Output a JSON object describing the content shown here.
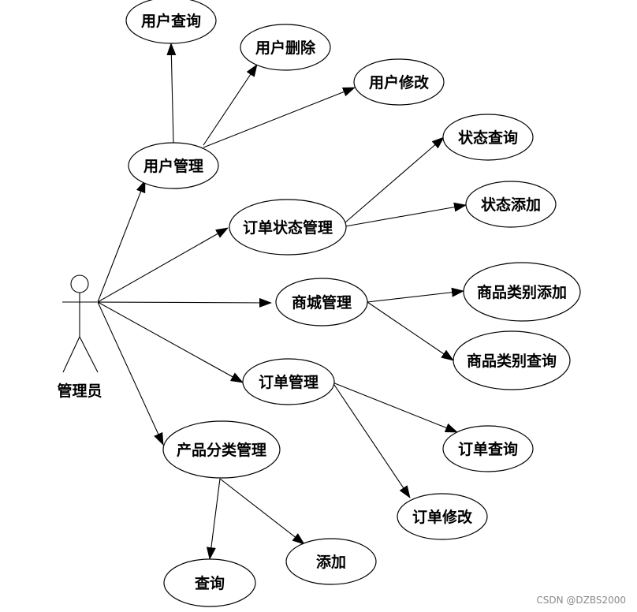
{
  "colors": {
    "stroke": "#000000",
    "fill": "#ffffff",
    "watermark": "#8a8a8a"
  },
  "actor": {
    "label": "管理员"
  },
  "nodes": {
    "user_mgmt": "用户管理",
    "user_query": "用户查询",
    "user_delete": "用户删除",
    "user_modify": "用户修改",
    "order_status_mgmt": "订单状态管理",
    "status_query": "状态查询",
    "status_add": "状态添加",
    "mall_mgmt": "商城管理",
    "category_add": "商品类别添加",
    "category_query": "商品类别查询",
    "order_mgmt": "订单管理",
    "order_query": "订单查询",
    "order_modify": "订单修改",
    "product_category_mgmt": "产品分类管理",
    "query": "查询",
    "add": "添加"
  },
  "edges": [
    [
      "actor",
      "user_mgmt"
    ],
    [
      "actor",
      "order_status_mgmt"
    ],
    [
      "actor",
      "mall_mgmt"
    ],
    [
      "actor",
      "order_mgmt"
    ],
    [
      "actor",
      "product_category_mgmt"
    ],
    [
      "user_mgmt",
      "user_query"
    ],
    [
      "user_mgmt",
      "user_delete"
    ],
    [
      "user_mgmt",
      "user_modify"
    ],
    [
      "order_status_mgmt",
      "status_query"
    ],
    [
      "order_status_mgmt",
      "status_add"
    ],
    [
      "mall_mgmt",
      "category_add"
    ],
    [
      "mall_mgmt",
      "category_query"
    ],
    [
      "order_mgmt",
      "order_query"
    ],
    [
      "order_mgmt",
      "order_modify"
    ],
    [
      "product_category_mgmt",
      "query"
    ],
    [
      "product_category_mgmt",
      "add"
    ]
  ],
  "watermark": "CSDN @DZBS2000"
}
